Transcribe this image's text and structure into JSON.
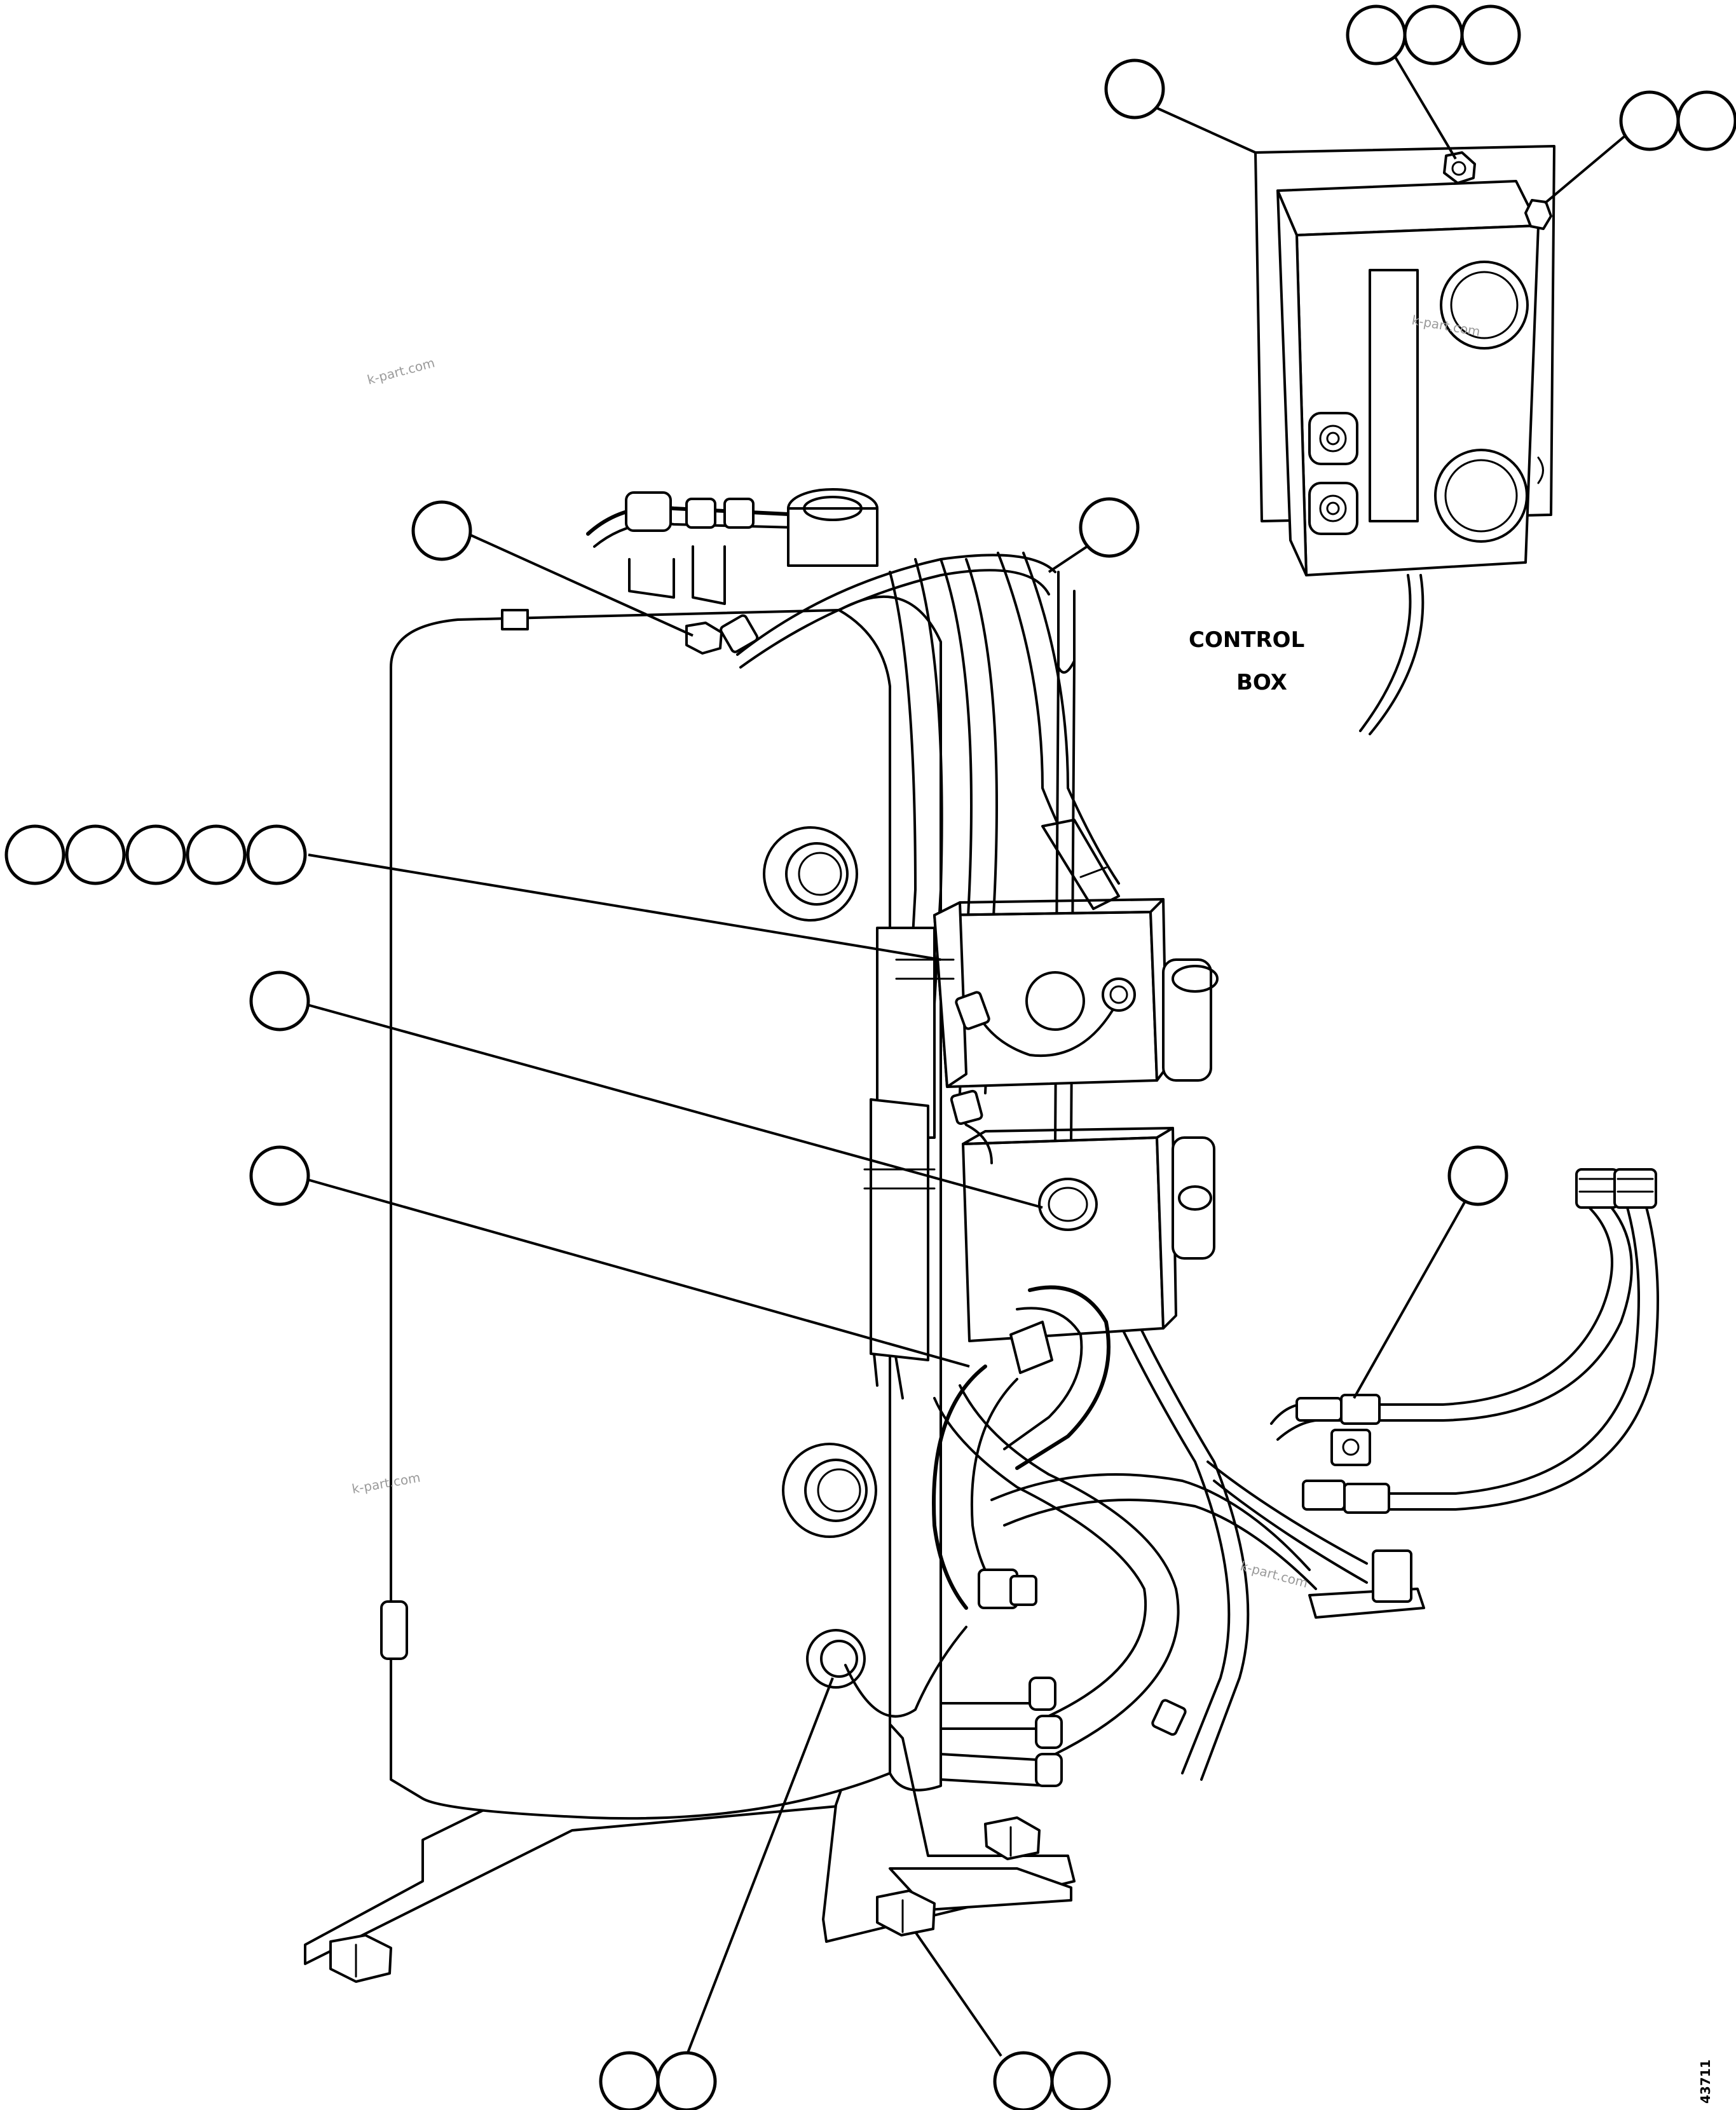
{
  "labels": {
    "control_box_line1": "CONTROL",
    "control_box_line2": "BOX",
    "drawing_number": "43711"
  },
  "watermark": "k-part.com"
}
